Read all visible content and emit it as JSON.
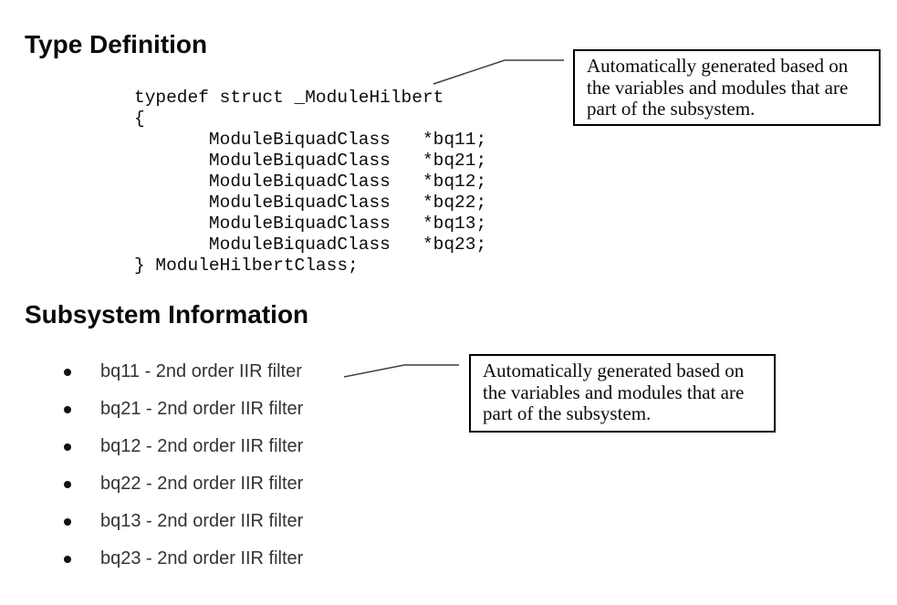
{
  "colors": {
    "background": "#ffffff",
    "heading_text": "#0a0a0a",
    "code_text": "#0a0a0a",
    "list_text": "#333333",
    "callout_border": "#000000",
    "connector_line": "#3f3f3f"
  },
  "type_definition": {
    "heading": "Type Definition",
    "code_lines": [
      "typedef struct _ModuleHilbert",
      "{",
      "       ModuleBiquadClass   *bq11;",
      "       ModuleBiquadClass   *bq21;",
      "       ModuleBiquadClass   *bq12;",
      "       ModuleBiquadClass   *bq22;",
      "       ModuleBiquadClass   *bq13;",
      "       ModuleBiquadClass   *bq23;",
      "} ModuleHilbertClass;"
    ]
  },
  "subsystem_information": {
    "heading": "Subsystem Information",
    "items": [
      "bq11 - 2nd order IIR filter",
      "bq21 - 2nd order IIR filter",
      "bq12 - 2nd order IIR filter",
      "bq22 - 2nd order IIR filter",
      "bq13 - 2nd order IIR filter",
      "bq23 - 2nd order IIR filter"
    ]
  },
  "callouts": [
    {
      "lines": [
        "Automatically generated based on",
        "the variables and modules that are",
        "part of the subsystem."
      ]
    },
    {
      "lines": [
        "Automatically generated based on",
        "the variables and modules that are",
        "part of the subsystem."
      ]
    }
  ]
}
